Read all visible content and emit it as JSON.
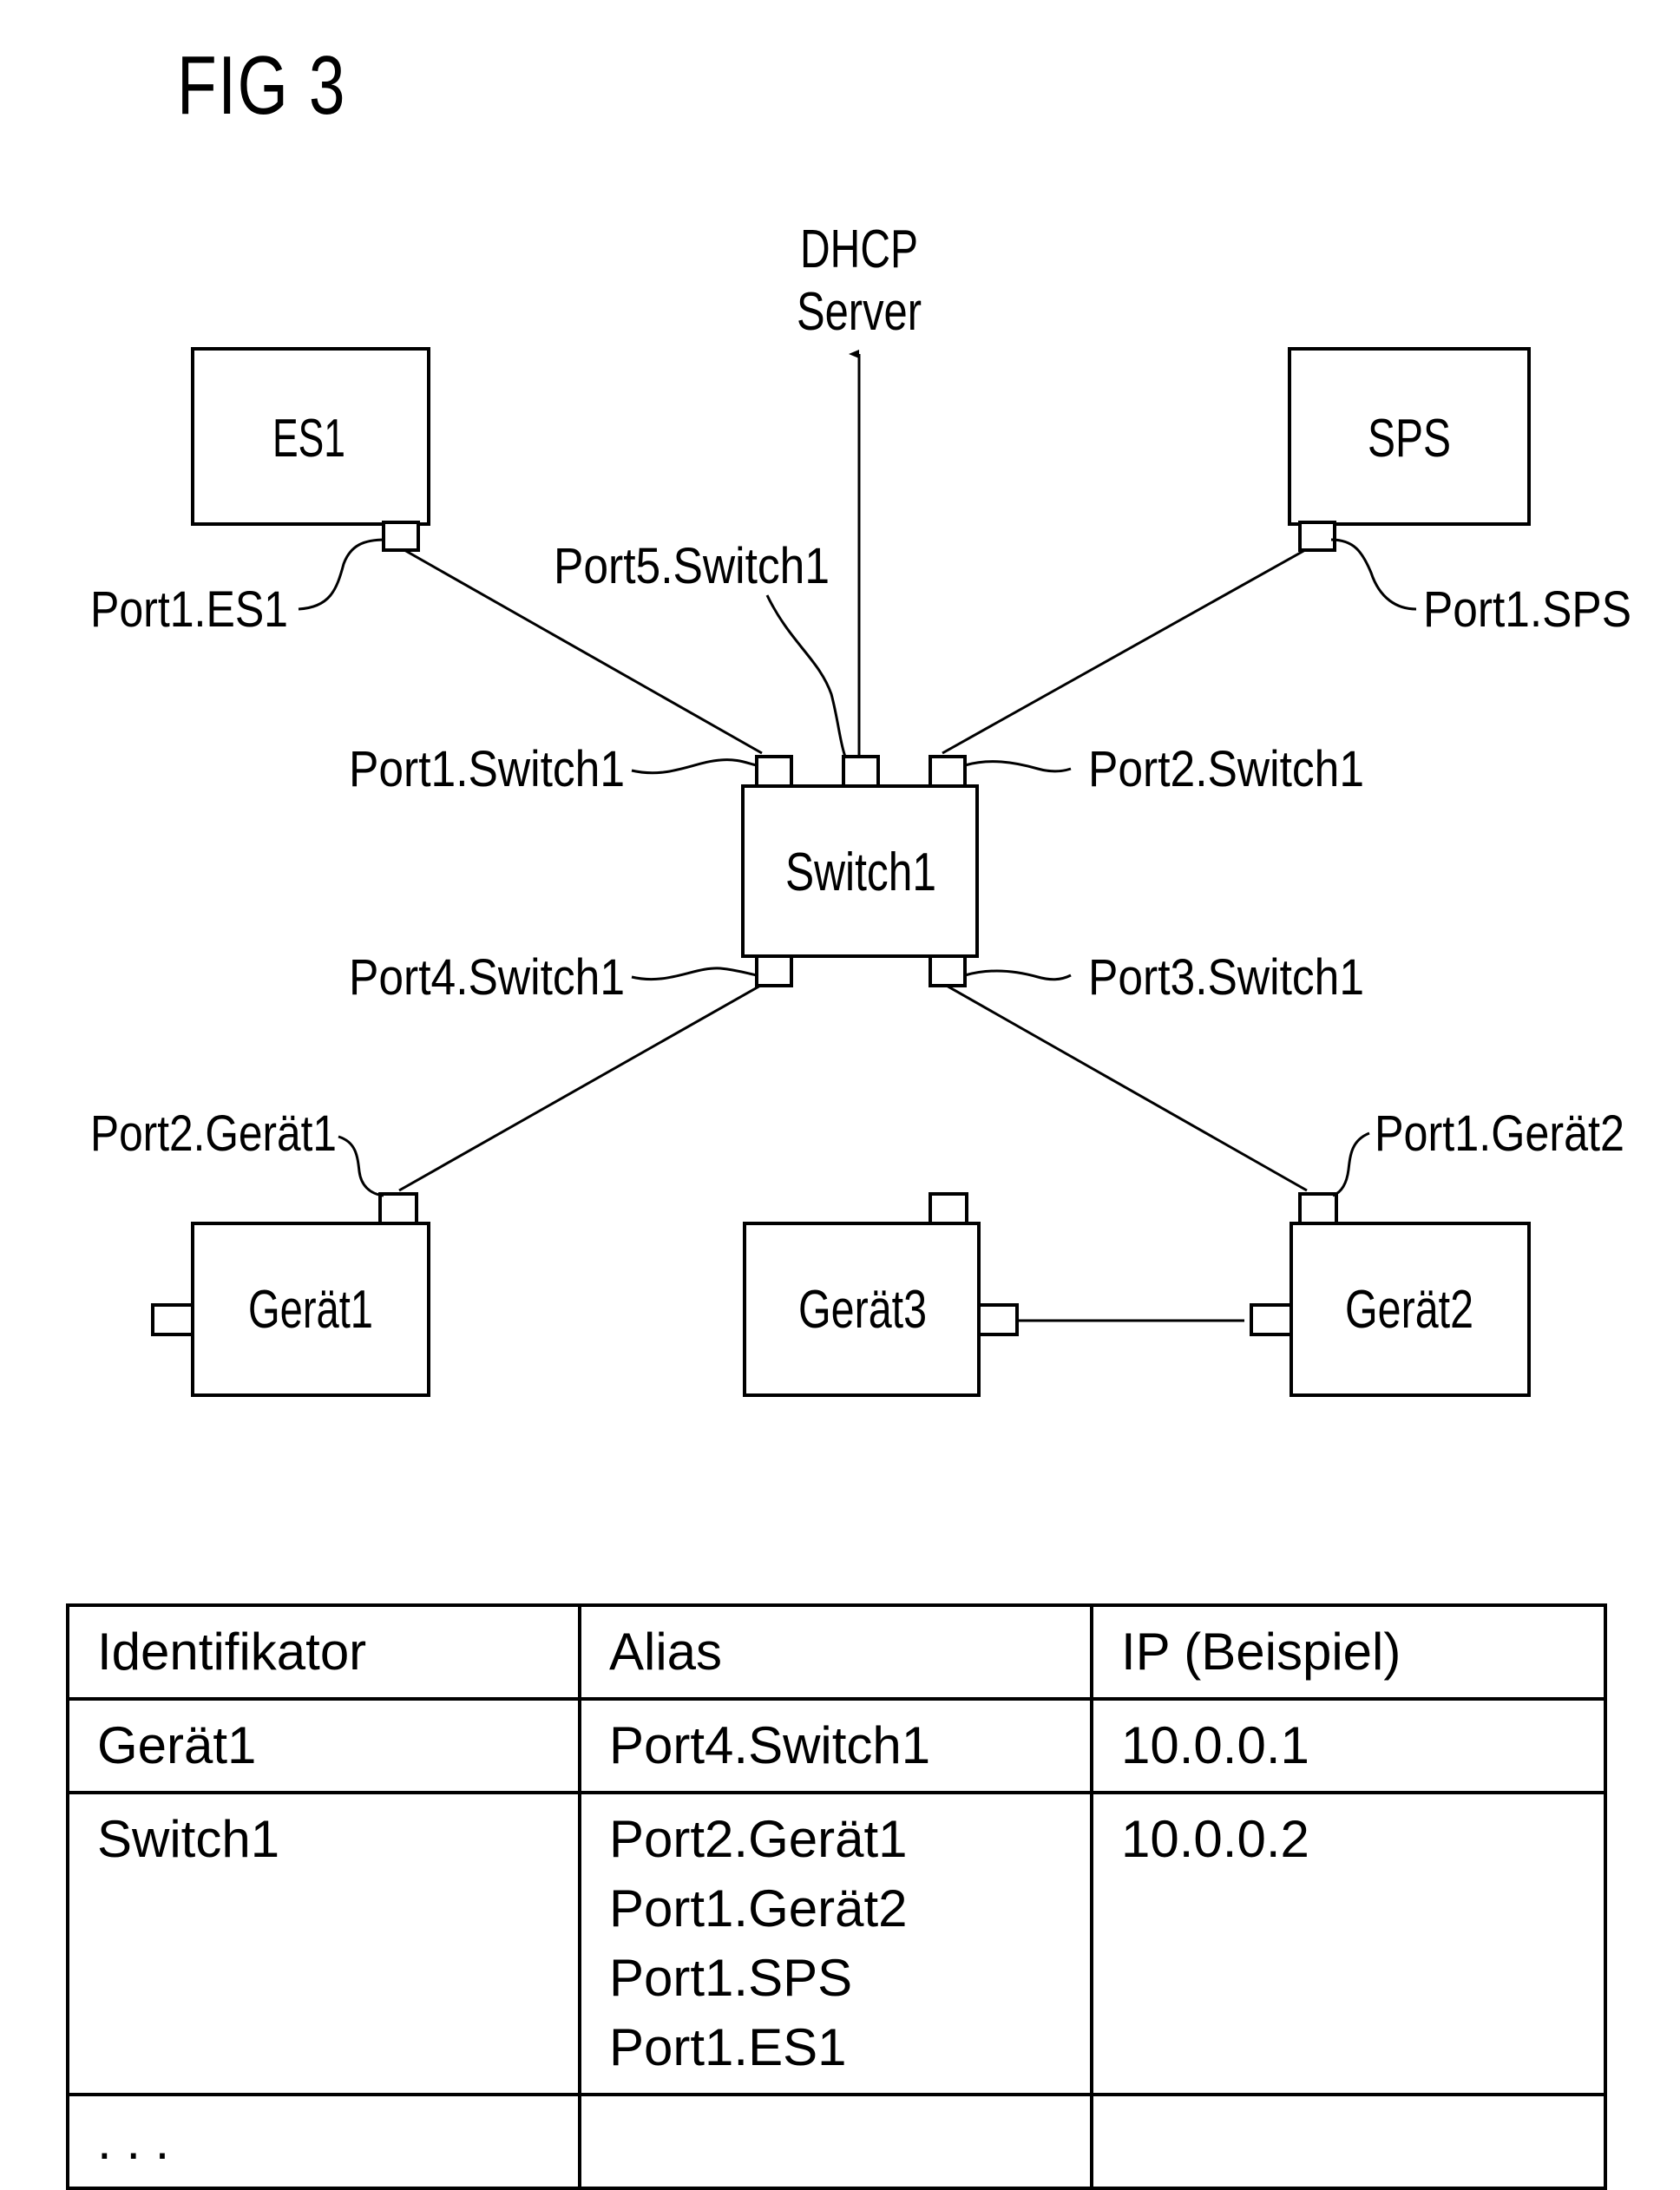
{
  "figure": {
    "title": "FIG 3"
  },
  "diagram": {
    "server_label_line1": "DHCP",
    "server_label_line2": "Server",
    "nodes": {
      "es1": "ES1",
      "sps": "SPS",
      "switch1": "Switch1",
      "geraet1": "Gerät1",
      "geraet2": "Gerät2",
      "geraet3": "Gerät3"
    },
    "ports": {
      "port1_es1": "Port1.ES1",
      "port5_switch1": "Port5.Switch1",
      "port1_sps": "Port1.SPS",
      "port1_switch1": "Port1.Switch1",
      "port2_switch1": "Port2.Switch1",
      "port4_switch1": "Port4.Switch1",
      "port3_switch1": "Port3.Switch1",
      "port2_geraet1": "Port2.Gerät1",
      "port1_geraet2": "Port1.Gerät2"
    }
  },
  "table": {
    "headers": [
      "Identifikator",
      "Alias",
      "IP (Beispiel)"
    ],
    "rows": [
      {
        "identifier": "Gerät1",
        "aliases": [
          "Port4.Switch1"
        ],
        "ip": "10.0.0.1"
      },
      {
        "identifier": "Switch1",
        "aliases": [
          "Port2.Gerät1",
          "Port1.Gerät2",
          "Port1.SPS",
          "Port1.ES1"
        ],
        "ip": "10.0.0.2"
      },
      {
        "identifier": ". . .",
        "aliases": [
          ""
        ],
        "ip": ""
      }
    ]
  }
}
